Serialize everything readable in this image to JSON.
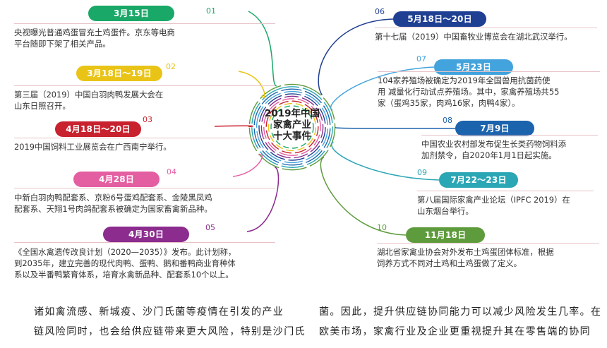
{
  "center": {
    "lines": [
      "2019年中国",
      "家禽产业",
      "十大事件"
    ]
  },
  "events": [
    {
      "num": "01",
      "date": "3月15日",
      "color": "#1aa868",
      "desc": [
        "央视曝光普通鸡蛋冒充土鸡蛋件。京东等电商",
        "平台随即下架了相关产品。"
      ]
    },
    {
      "num": "02",
      "date": "3月18日～19日",
      "color": "#e9c417",
      "desc": [
        "第三届（2019）中国白羽肉鸭发展大会在",
        "山东日照召开。"
      ]
    },
    {
      "num": "03",
      "date": "4月18日～20日",
      "color": "#c8222e",
      "desc": [
        "2019中国饲料工业展览会在广西南宁举行。"
      ]
    },
    {
      "num": "04",
      "date": "4月28日",
      "color": "#e45ea2",
      "desc": [
        "中新白羽肉鸭配套系、京粉6号蛋鸡配套系、金陵黑凤鸡",
        "配套系、天翔1号肉鸽配套系被确定为国家畜禽新品种。"
      ]
    },
    {
      "num": "05",
      "date": "4月30日",
      "color": "#8b2c8e",
      "desc": [
        "《全国水禽遗传改良计划（2020—2035）》发布。此计划称，",
        "到2035年，建立完善的现代肉鸭、蛋鸭、鹅和番鸭商业育种体",
        "系以及半番鸭繁育体系，培育水禽新品种、配套系10个以上。"
      ]
    },
    {
      "num": "06",
      "date": "5月18日～20日",
      "color": "#1f3f93",
      "desc": [
        "第十七届（2019）中国畜牧业博览会在湖北武汉举行。"
      ]
    },
    {
      "num": "07",
      "date": "5月23日",
      "color": "#43a3dc",
      "desc": [
        "104家养殖场被确定为2019年全国兽用抗菌药使",
        "用 减量化行动试点养殖场。其中，家禽养殖场共55",
        "家（蛋鸡35家，肉鸡16家，肉鸭4家）。"
      ]
    },
    {
      "num": "08",
      "date": "7月9日",
      "color": "#1b63ad",
      "desc": [
        "中国农业农村部发布促生长类药物饲料添",
        "加剂禁令，自2020年1月1日起实施。"
      ]
    },
    {
      "num": "09",
      "date": "7月22～23日",
      "color": "#2ba6b5",
      "desc": [
        "第八届国际家禽产业论坛（IPFC 2019）在",
        "山东烟台举行。"
      ]
    },
    {
      "num": "10",
      "date": "11月18日",
      "color": "#5e9b3c",
      "desc": [
        "湖北省家禽业协会对外发布土鸡蛋团体标准，根据",
        "饲养方式不同对土鸡和土鸡蛋做了定义。"
      ]
    }
  ],
  "body_text": {
    "left": [
      "诸如禽流感、新城疫、沙门氏菌等疫情在引发的产业",
      "链风险同时，也会给供应链带来更大风险，特别是沙门氏"
    ],
    "right": [
      "菌。因此，提升供应链协同能力可以减少风险发生几率。在",
      "欧美市场，家禽行业及企业更重视提升其在零售端的协同"
    ]
  }
}
